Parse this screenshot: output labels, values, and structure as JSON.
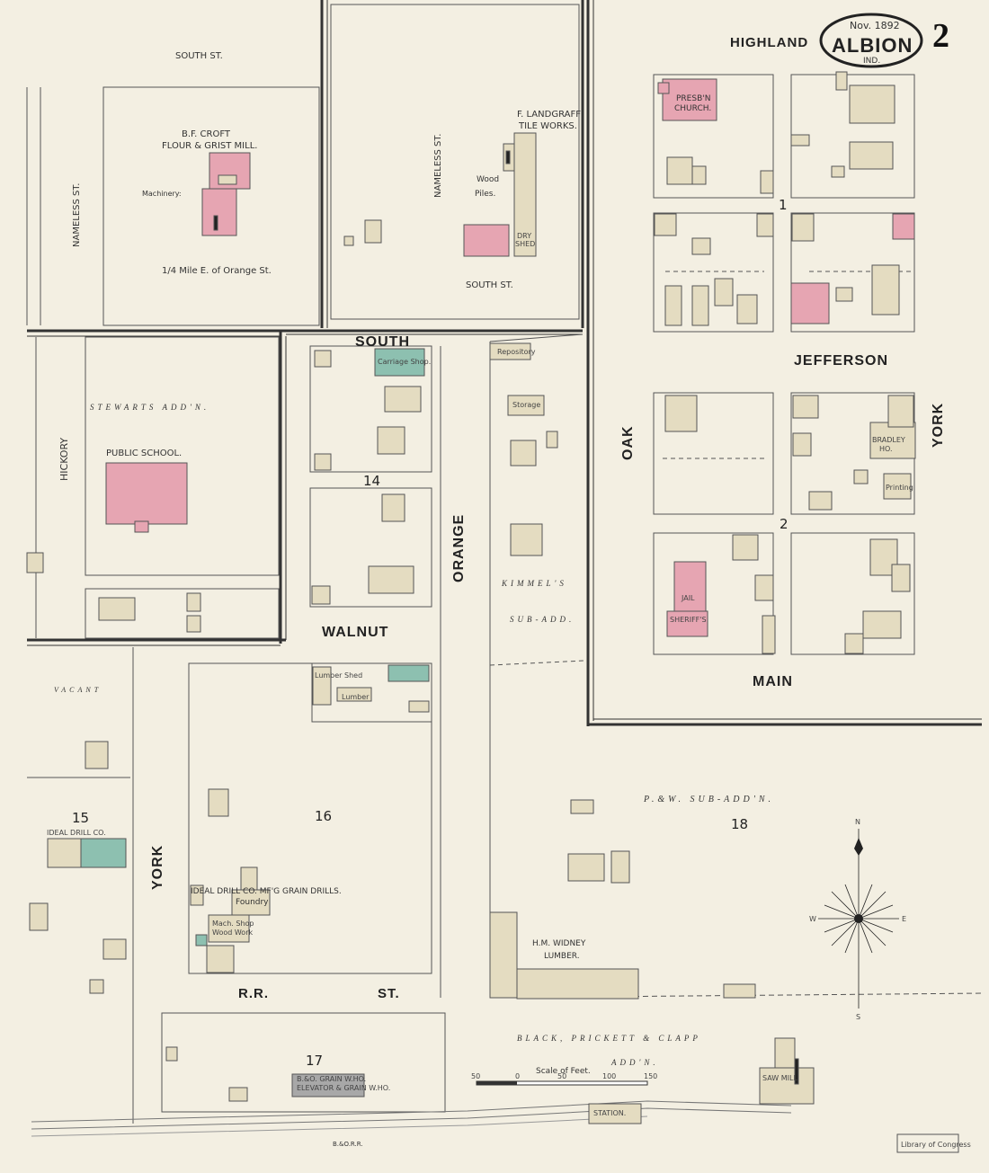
{
  "header": {
    "date": "Nov. 1892",
    "town": "ALBION",
    "state": "IND.",
    "sheet_number": "2"
  },
  "streets": {
    "highland": "HIGHLAND",
    "south_top_left": "SOUTH ST.",
    "south_top_mid": "SOUTH ST.",
    "south": "SOUTH",
    "jefferson": "JEFFERSON",
    "walnut": "WALNUT",
    "main": "MAIN",
    "oak": "OAK",
    "york_right": "YORK",
    "orange": "ORANGE",
    "york_left": "YORK",
    "hickory": "HICKORY",
    "nameless_left": "NAMELESS ST.",
    "nameless_mid": "NAMELESS ST.",
    "rr_st_1": "R.R.",
    "rr_st_2": "ST.",
    "railroad": "B.&O.R.R."
  },
  "additions": {
    "stewarts": "STEWARTS ADD'N.",
    "kimmels_1": "KIMMEL'S",
    "kimmels_2": "SUB-ADD.",
    "pw": "P.&W. SUB-ADD'N.",
    "bpc_1": "BLACK, PRICKETT & CLAPP",
    "bpc_2": "ADD'N."
  },
  "blocks": {
    "b1": "1",
    "b2": "2",
    "b14": "14",
    "b15": "15",
    "b16": "16",
    "b17": "17",
    "b18": "18"
  },
  "buildings": {
    "croft_1": "B.F. CROFT",
    "croft_2": "FLOUR & GRIST MILL.",
    "croft_orange": "1/4 Mile E. of Orange St.",
    "croft_machinery": "Machinery:",
    "landgraff_1": "F. LANDGRAFF",
    "landgraff_2": "TILE WORKS.",
    "wood_piles_1": "Wood",
    "wood_piles_2": "Piles.",
    "dry_shed_1": "DRY",
    "dry_shed_2": "SHED",
    "presbn_1": "PRESB'N",
    "presbn_2": "CHURCH.",
    "public_school": "PUBLIC SCHOOL.",
    "carriage": "Carriage Shop.",
    "repository": "Repository",
    "storage": "Storage",
    "lumber_shed": "Lumber Shed",
    "lumber": "Lumber",
    "jail": "JAIL",
    "sheriff": "SHERIFF'S",
    "bradley_1": "BRADLEY",
    "bradley_2": "HO.",
    "printing": "Printing",
    "ideal_small": "IDEAL DRILL CO.",
    "ideal_main": "IDEAL DRILL CO. MF'G GRAIN DRILLS.",
    "foundry": "Foundry",
    "mach_shop": "Mach. Shop",
    "wood_work": "Wood Work",
    "widney_1": "H.M. WIDNEY",
    "widney_2": "LUMBER.",
    "saw_mill": "SAW MILL",
    "bo_grain": "B.&O. GRAIN W.HO.",
    "elevator": "ELEVATOR & GRAIN W.HO.",
    "station": "STATION.",
    "vacant": "VACANT"
  },
  "scale": {
    "label": "Scale of Feet.",
    "ticks": [
      "50",
      "0",
      "50",
      "100",
      "150"
    ]
  },
  "compass": {
    "n": "N",
    "s": "S",
    "e": "E",
    "w": "W"
  },
  "credit": "Library of Congress",
  "colors": {
    "paper": "#f3efe2",
    "frame": "#e4dcc1",
    "frame_brick": "#e6a5b2",
    "stone": "#8dc0b0",
    "street_line": "#333333"
  }
}
